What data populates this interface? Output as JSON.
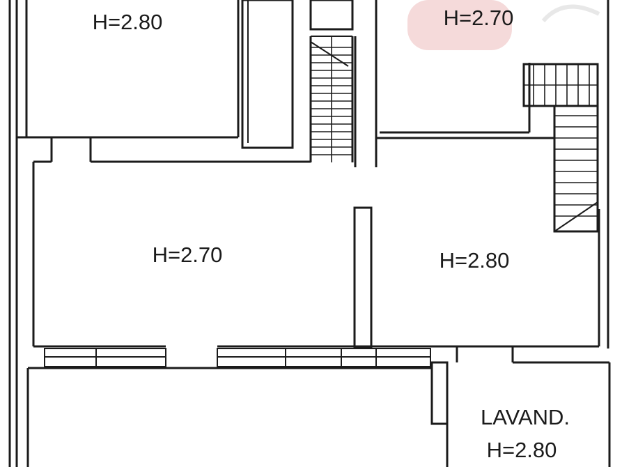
{
  "rooms": [
    {
      "id": "room-top-left",
      "label": "H=2.80"
    },
    {
      "id": "room-top-right",
      "label": "H=2.70"
    },
    {
      "id": "room-middle-left",
      "label": "H=2.70"
    },
    {
      "id": "room-middle-right",
      "label": "H=2.80"
    },
    {
      "id": "room-lavanderia",
      "name": "LAVAND.",
      "label": "H=2.80"
    }
  ],
  "colors": {
    "line": "#1b1b1b",
    "background": "#ffffff",
    "watermark": "#f5dada"
  }
}
